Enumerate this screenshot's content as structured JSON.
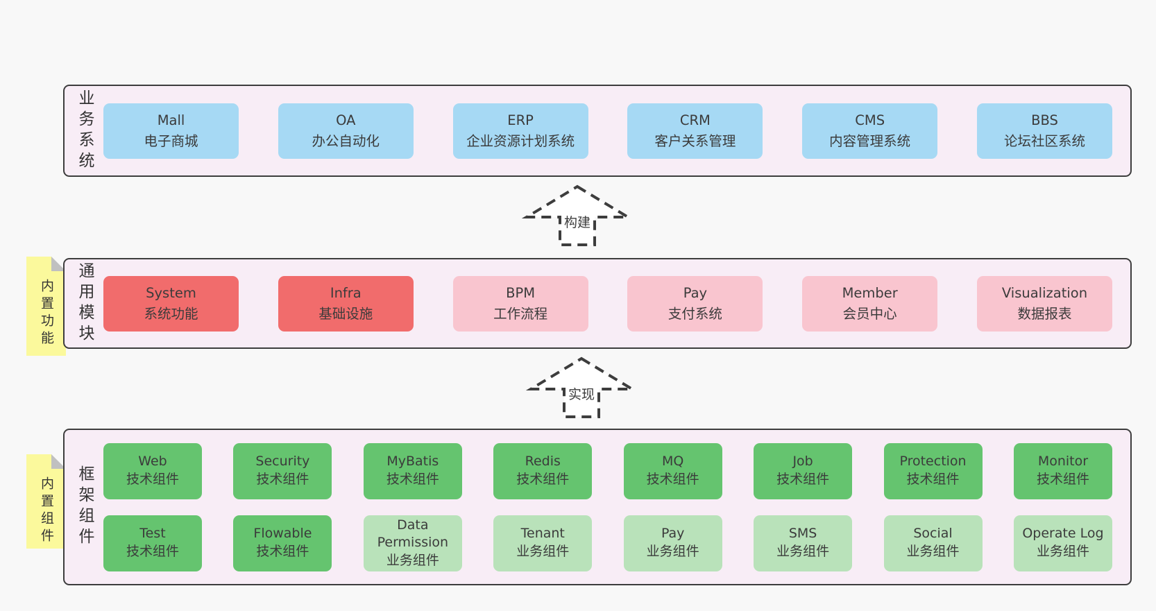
{
  "colors": {
    "page_bg": "#f8f8f8",
    "panel_bg": "#f8edf6",
    "panel_border": "#3d3d3d",
    "business_box": "#a6d9f4",
    "module_core_box": "#f16c6c",
    "module_box": "#f9c5cf",
    "tech_box": "#65c46f",
    "biz_box": "#b9e2ba",
    "sticky_note": "#fbf99c",
    "text": "#3b3b3b"
  },
  "layers": {
    "business": {
      "side_label": "业务系统",
      "boxes": [
        {
          "name": "Mall",
          "desc": "电子商城"
        },
        {
          "name": "OA",
          "desc": "办公自动化"
        },
        {
          "name": "ERP",
          "desc": "企业资源计划系统"
        },
        {
          "name": "CRM",
          "desc": "客户关系管理"
        },
        {
          "name": "CMS",
          "desc": "内容管理系统"
        },
        {
          "name": "BBS",
          "desc": "论坛社区系统"
        }
      ]
    },
    "modules": {
      "side_label": "通用模块",
      "sticky_label": "内置功能",
      "boxes": [
        {
          "name": "System",
          "desc": "系统功能"
        },
        {
          "name": "Infra",
          "desc": "基础设施"
        },
        {
          "name": "BPM",
          "desc": "工作流程"
        },
        {
          "name": "Pay",
          "desc": "支付系统"
        },
        {
          "name": "Member",
          "desc": "会员中心"
        },
        {
          "name": "Visualization",
          "desc": "数据报表"
        }
      ]
    },
    "framework": {
      "side_label": "框架组件",
      "sticky_label": "内置组件",
      "row1": [
        {
          "name": "Web",
          "desc": "技术组件"
        },
        {
          "name": "Security",
          "desc": "技术组件"
        },
        {
          "name": "MyBatis",
          "desc": "技术组件"
        },
        {
          "name": "Redis",
          "desc": "技术组件"
        },
        {
          "name": "MQ",
          "desc": "技术组件"
        },
        {
          "name": "Job",
          "desc": "技术组件"
        },
        {
          "name": "Protection",
          "desc": "技术组件"
        },
        {
          "name": "Monitor",
          "desc": "技术组件"
        }
      ],
      "row2": [
        {
          "name": "Test",
          "desc": "技术组件"
        },
        {
          "name": "Flowable",
          "desc": "技术组件"
        },
        {
          "name": "Data Permission",
          "desc": "业务组件"
        },
        {
          "name": "Tenant",
          "desc": "业务组件"
        },
        {
          "name": "Pay",
          "desc": "业务组件"
        },
        {
          "name": "SMS",
          "desc": "业务组件"
        },
        {
          "name": "Social",
          "desc": "业务组件"
        },
        {
          "name": "Operate Log",
          "desc": "业务组件"
        }
      ]
    }
  },
  "arrows": [
    {
      "label": "构建"
    },
    {
      "label": "实现"
    }
  ]
}
